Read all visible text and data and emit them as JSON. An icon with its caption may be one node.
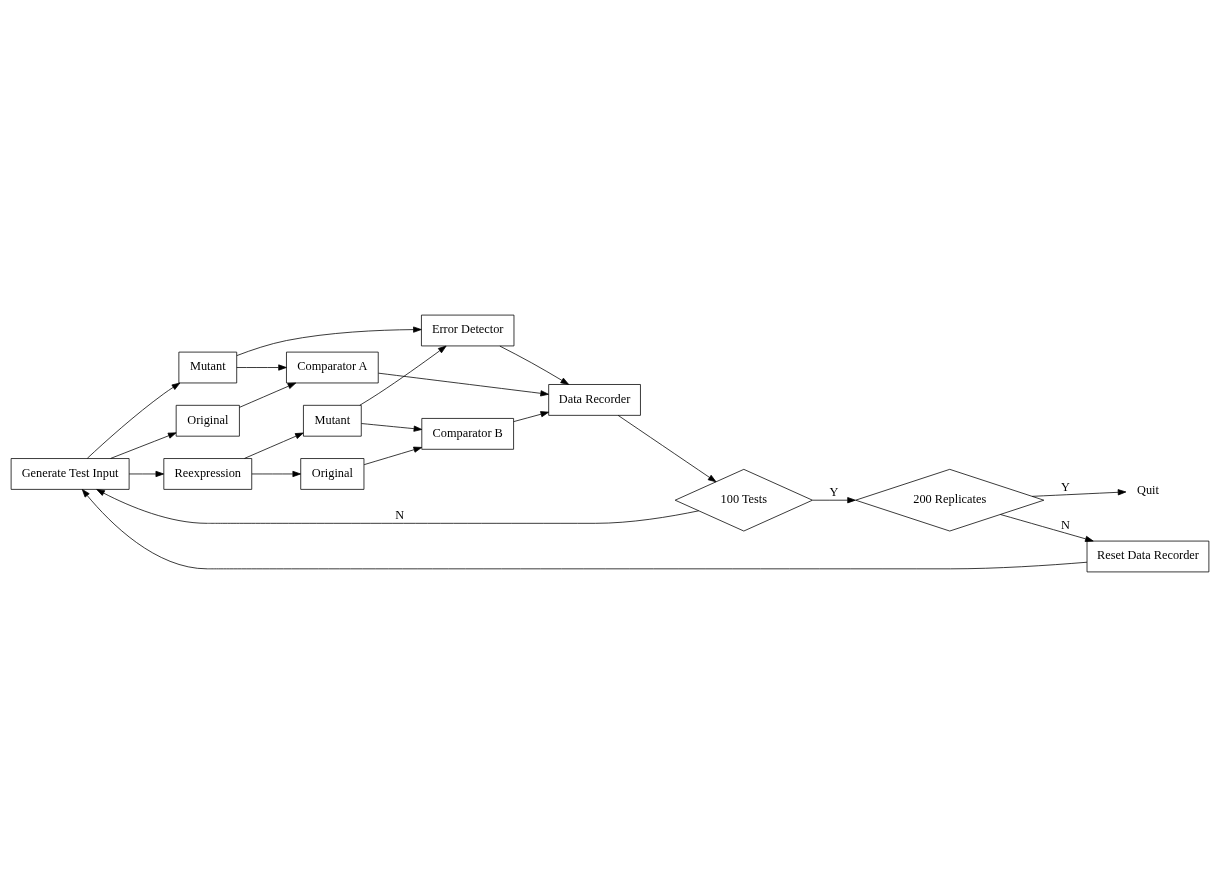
{
  "diagram": {
    "nodes": [
      {
        "text": [
          "Generate Test Input"
        ]
      },
      {
        "text": [
          "Original"
        ]
      },
      {
        "text": [
          "Mutant"
        ]
      },
      {
        "text": [
          "Comparator A"
        ]
      },
      {
        "text": [
          "Reexpression"
        ]
      },
      {
        "text": [
          "Error Detector"
        ]
      },
      {
        "text": [
          "Data Recorder"
        ]
      },
      {
        "text": [
          "Mutant"
        ]
      },
      {
        "text": [
          "Comparator B"
        ]
      },
      {
        "text": [
          "Original"
        ]
      },
      {
        "text": [
          "100 Tests"
        ]
      },
      {
        "text": [
          "200 Replicates"
        ]
      },
      {
        "text": [
          "Reset Data Recorder"
        ]
      },
      {
        "text": [
          "Quit"
        ]
      }
    ],
    "edges": [
      {
        "from": 0,
        "to": 1,
        "arrow": "to"
      },
      {
        "from": 0,
        "to": 2,
        "arrow": "to"
      },
      {
        "from": 0,
        "to": 4,
        "arrow": "to"
      },
      {
        "from": 1,
        "to": 3,
        "arrow": "to"
      },
      {
        "from": 2,
        "to": 3,
        "arrow": "to"
      },
      {
        "from": 2,
        "to": 5,
        "arrow": "to"
      },
      {
        "from": 4,
        "to": 7,
        "arrow": "to"
      },
      {
        "from": 4,
        "to": 9,
        "arrow": "to"
      },
      {
        "from": 7,
        "to": 5,
        "arrow": "to"
      },
      {
        "from": 7,
        "to": 8,
        "arrow": "to"
      },
      {
        "from": 9,
        "to": 8,
        "arrow": "to"
      },
      {
        "from": 3,
        "to": 6,
        "arrow": "to"
      },
      {
        "from": 5,
        "to": 6,
        "arrow": "to"
      },
      {
        "from": 8,
        "to": 6,
        "arrow": "to"
      },
      {
        "from": 6,
        "to": 10,
        "arrow": "to"
      },
      {
        "from": 10,
        "to": 0,
        "label": "N",
        "arrow": "to"
      },
      {
        "from": 10,
        "to": 11,
        "label": "Y",
        "arrow": "to"
      },
      {
        "from": 11,
        "to": 12,
        "label": "N",
        "arrow": "to"
      },
      {
        "from": 12,
        "to": 0,
        "arrow": "to"
      },
      {
        "from": 11,
        "to": 13,
        "label": "Y",
        "arrow": "to"
      }
    ]
  }
}
